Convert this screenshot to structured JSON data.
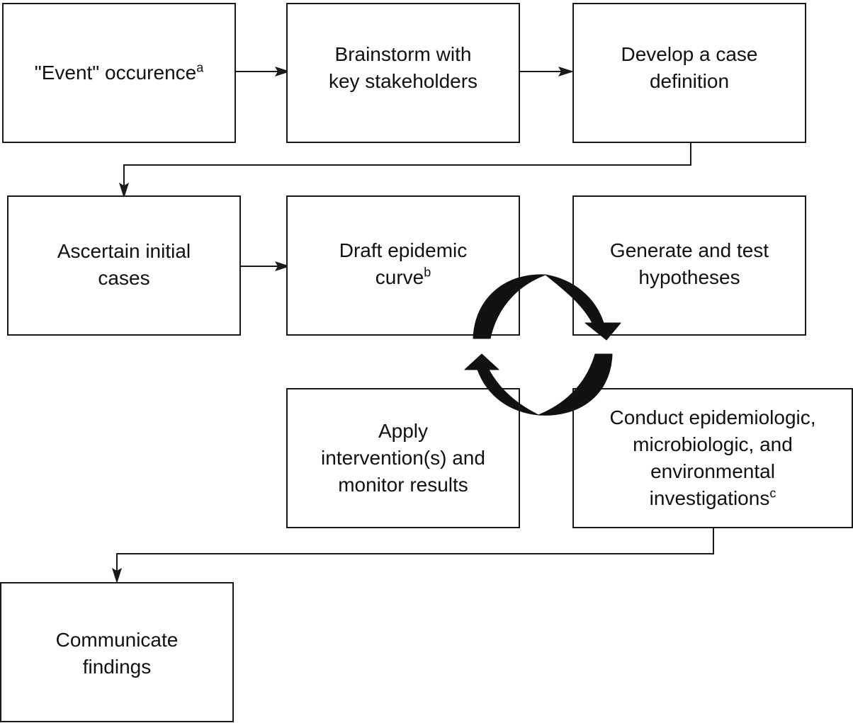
{
  "steps": {
    "event": {
      "line1": "\"Event\" occurence",
      "note": "a"
    },
    "brainstorm": {
      "line1": "Brainstorm with",
      "line2": "key stakeholders"
    },
    "case_definition": {
      "line1": "Develop a case",
      "line2": "definition"
    },
    "ascertain": {
      "line1": "Ascertain initial",
      "line2": "cases"
    },
    "epi_curve": {
      "line1": "Draft epidemic",
      "line2": "curve",
      "note": "b"
    },
    "hypotheses": {
      "line1": "Generate and test",
      "line2": "hypotheses"
    },
    "intervention": {
      "line1": "Apply",
      "line2": "intervention(s) and",
      "line3": "monitor results"
    },
    "investigations": {
      "line1": "Conduct epidemiologic,",
      "line2": "microbiologic, and",
      "line3": "environmental",
      "line4": "investigations",
      "note": "c"
    },
    "communicate": {
      "line1": "Communicate",
      "line2": "findings"
    }
  },
  "colors": {
    "line": "#1a1a1a",
    "cycle_arrow": "#111111",
    "background": "#ffffff"
  }
}
